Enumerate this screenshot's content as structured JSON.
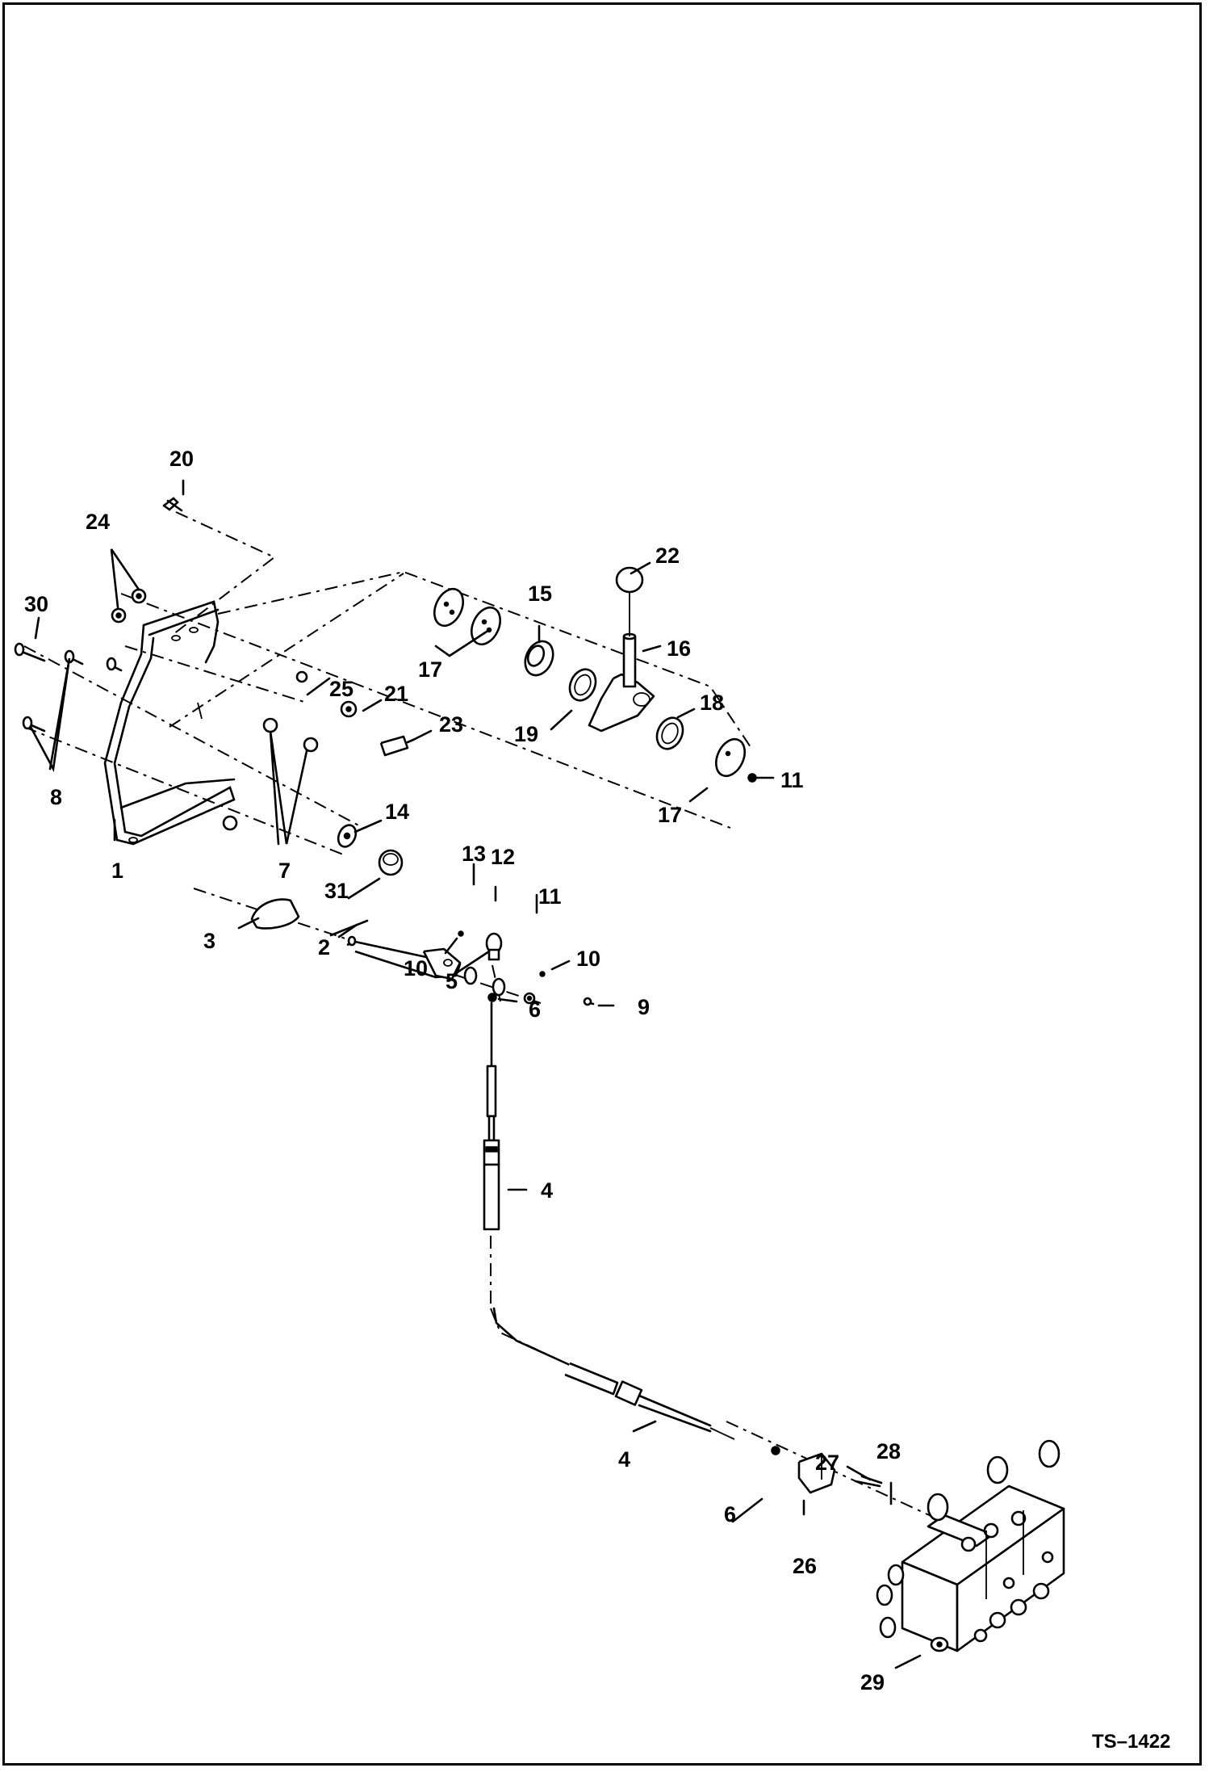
{
  "drawing_code": "TS–1422",
  "callouts": {
    "c1": "1",
    "c2": "2",
    "c3": "3",
    "c4a": "4",
    "c4b": "4",
    "c5": "5",
    "c6a": "6",
    "c6b": "6",
    "c7": "7",
    "c8": "8",
    "c9": "9",
    "c10a": "10",
    "c10b": "10",
    "c11a": "11",
    "c11b": "11",
    "c12": "12",
    "c13": "13",
    "c14": "14",
    "c15": "15",
    "c16": "16",
    "c17a": "17",
    "c17b": "17",
    "c18": "18",
    "c19": "19",
    "c20": "20",
    "c21": "21",
    "c22": "22",
    "c23": "23",
    "c24": "24",
    "c25": "25",
    "c26": "26",
    "c27": "27",
    "c28": "28",
    "c29": "29",
    "c30": "30",
    "c31": "31"
  }
}
